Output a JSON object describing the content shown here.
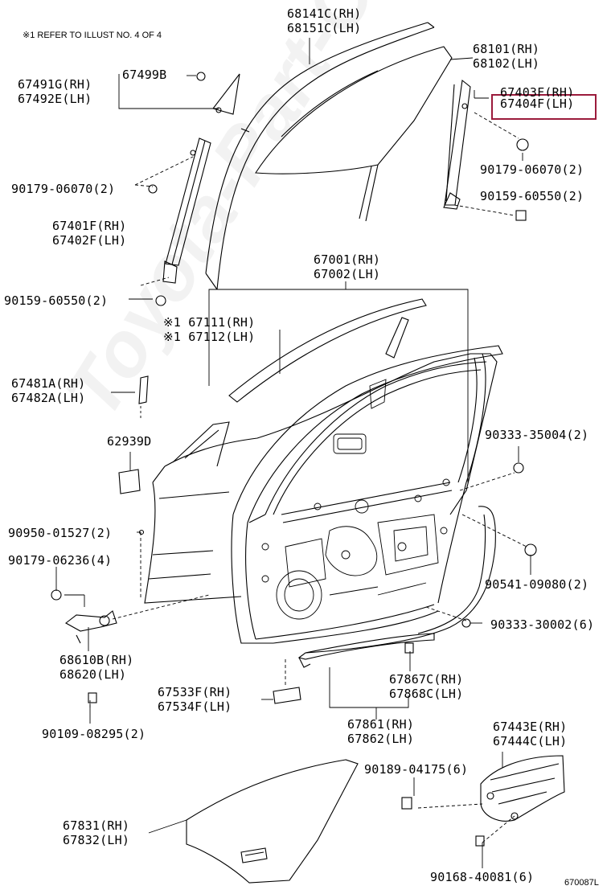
{
  "note": "※1 REFER TO ILLUST NO. 4 OF 4",
  "figure_id": "670087L",
  "watermark": "Toyota-Part-Online",
  "labels": {
    "p68141C": "68141C(RH)",
    "p68151C": "68151C(LH)",
    "p68101": "68101(RH)",
    "p68102": "68102(LH)",
    "p67403F": "67403F(RH)",
    "p67404F": "67404F(LH)",
    "p67499B": "67499B",
    "p67491G": "67491G(RH)",
    "p67492E": "67492E(LH)",
    "p90179_06070_l": "90179-06070(2)",
    "p90179_06070_r": "90179-06070(2)",
    "p90159_60550_r": "90159-60550(2)",
    "p90159_60550_l": "90159-60550(2)",
    "p67401F": "67401F(RH)",
    "p67402F": "67402F(LH)",
    "p67001": "67001(RH)",
    "p67002": "67002(LH)",
    "p67111": "※1 67111(RH)",
    "p67112": "※1 67112(LH)",
    "p67481A": "67481A(RH)",
    "p67482A": "67482A(LH)",
    "p62939D": "62939D",
    "p90333_35004": "90333-35004(2)",
    "p90950_01527": "90950-01527(2)",
    "p90179_06236": "90179-06236(4)",
    "p90541_09080": "90541-09080(2)",
    "p90333_30002": "90333-30002(6)",
    "p68610B": "68610B(RH)",
    "p68620": "68620(LH)",
    "p67867C": "67867C(RH)",
    "p67868C": "67868C(LH)",
    "p67533F": "67533F(RH)",
    "p67534F": "67534F(LH)",
    "p90109_08295": "90109-08295(2)",
    "p67861": "67861(RH)",
    "p67862": "67862(LH)",
    "p67443E": "67443E(RH)",
    "p67444C": "67444C(LH)",
    "p90189_04175": "90189-04175(6)",
    "p67831": "67831(RH)",
    "p67832": "67832(LH)",
    "p90168_40081": "90168-40081(6)"
  },
  "highlight_color": "#9b1b3c",
  "line_color": "#000000"
}
